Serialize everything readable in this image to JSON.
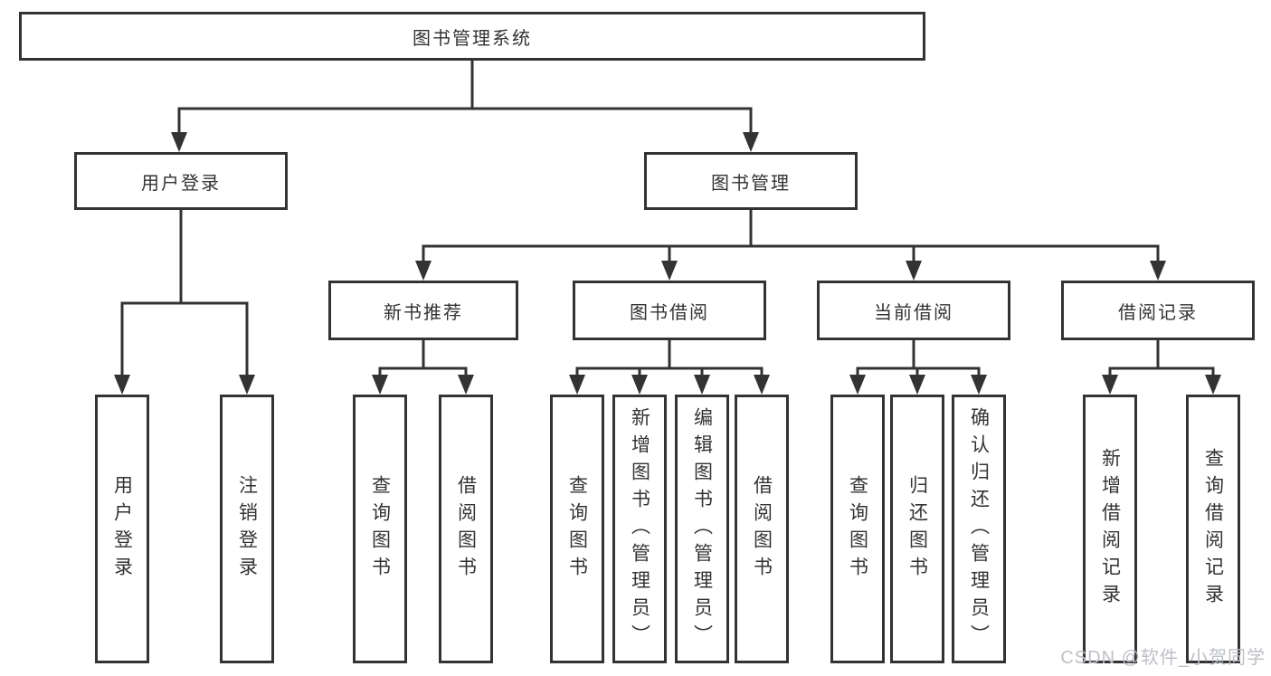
{
  "tree": {
    "root": {
      "label": "图书管理系统"
    },
    "branches": [
      {
        "label": "用户登录",
        "children": [
          {
            "label": "用户登录"
          },
          {
            "label": "注销登录"
          }
        ]
      },
      {
        "label": "图书管理",
        "children": [
          {
            "label": "新书推荐",
            "children": [
              {
                "label": "查询图书"
              },
              {
                "label": "借阅图书"
              }
            ]
          },
          {
            "label": "图书借阅",
            "children": [
              {
                "label": "查询图书"
              },
              {
                "label": "新增图书（管理员）"
              },
              {
                "label": "编辑图书（管理员）"
              },
              {
                "label": "借阅图书"
              }
            ]
          },
          {
            "label": "当前借阅",
            "children": [
              {
                "label": "查询图书"
              },
              {
                "label": "归还图书"
              },
              {
                "label": "确认归还（管理员）"
              }
            ]
          },
          {
            "label": "借阅记录",
            "children": [
              {
                "label": "新增借阅记录"
              },
              {
                "label": "查询借阅记录"
              }
            ]
          }
        ]
      }
    ]
  },
  "watermark": {
    "text": "CSDN @软件_小贺同学"
  },
  "colors": {
    "line": "#333333",
    "box_border": "#333333",
    "text": "#333333",
    "background": "#ffffff",
    "watermark": "#bdc0c6"
  }
}
